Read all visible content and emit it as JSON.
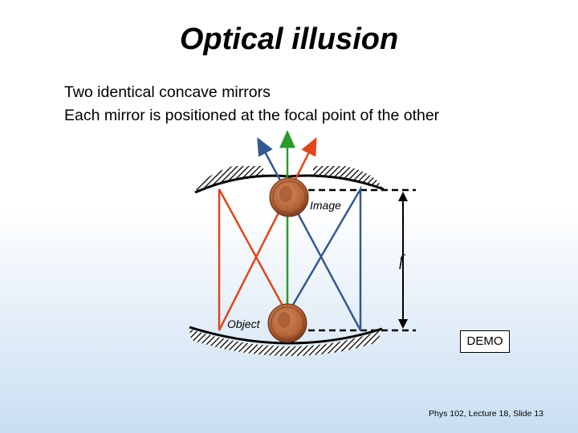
{
  "slide": {
    "title": "Optical illusion",
    "body_lines": [
      "Two identical concave mirrors",
      "Each mirror is positioned at the focal point of the other"
    ],
    "footer": "Phys 102, Lecture 18, Slide 13"
  },
  "diagram": {
    "labels": {
      "image": "Image",
      "object": "Object",
      "focal_length": "f"
    },
    "demo_label": "DEMO",
    "colors": {
      "red_ray": "#e0461b",
      "green_ray": "#2a9a2a",
      "blue_ray": "#34588f",
      "mirror": "#000000",
      "penny": "#b5653a"
    },
    "icons": [
      "penny-image",
      "penny-object",
      "mirror-hatching"
    ]
  }
}
